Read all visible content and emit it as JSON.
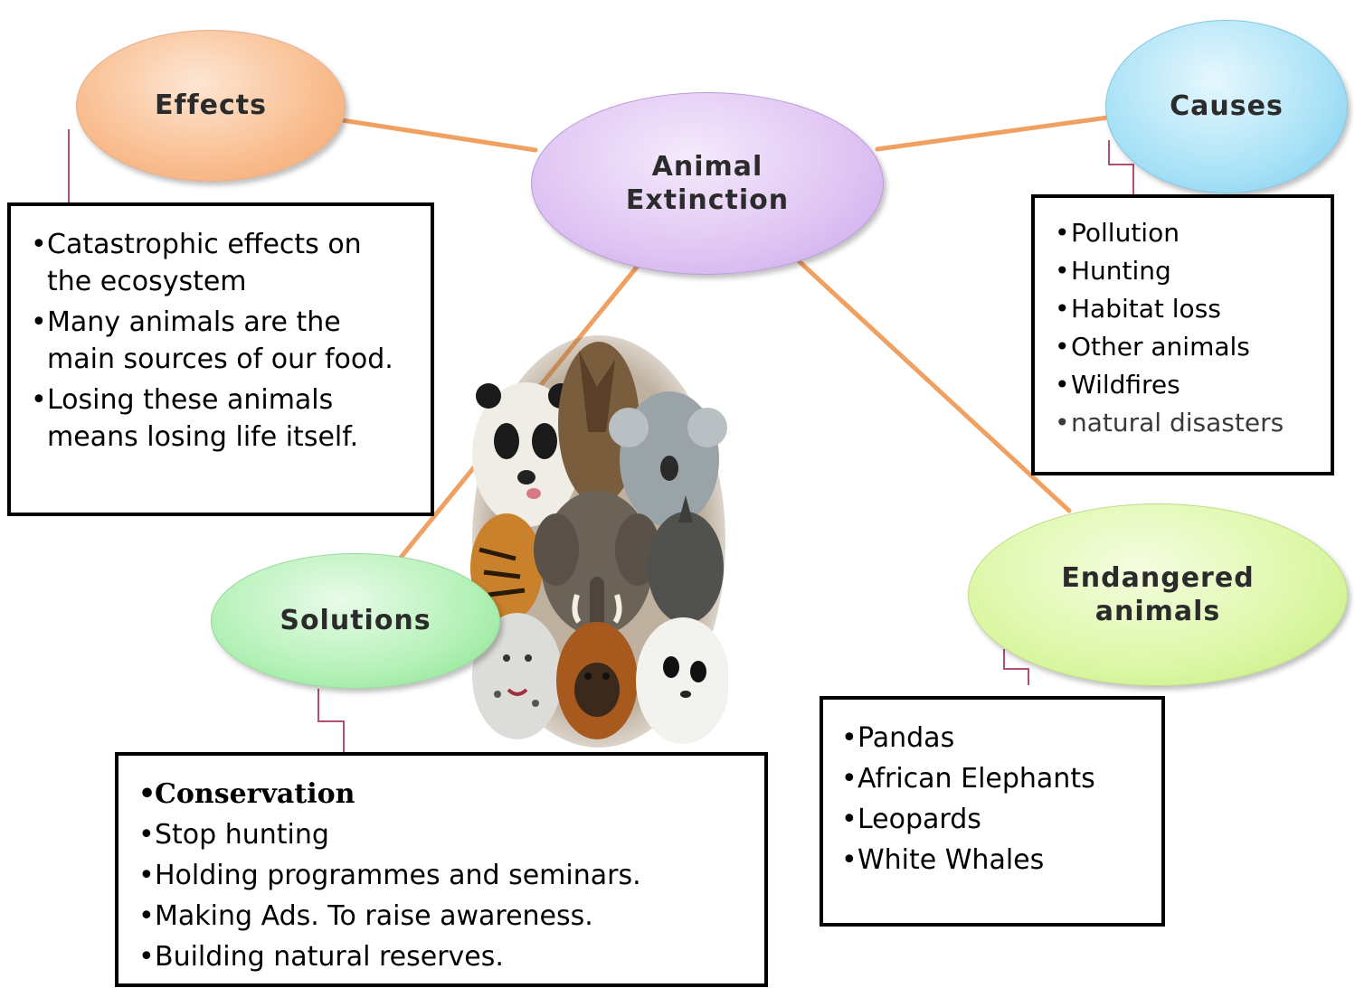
{
  "center": {
    "title": "Animal\nExtinction"
  },
  "effects": {
    "title": "Effects",
    "items": [
      "Catastrophic effects on the ecosystem",
      "Many animals are the main sources of our food.",
      "Losing these animals means losing life itself."
    ]
  },
  "causes": {
    "title": "Causes",
    "items": [
      "Pollution",
      "Hunting",
      "Habitat loss",
      "Other animals",
      "Wildfires",
      "natural disasters"
    ]
  },
  "solutions": {
    "title": "Solutions",
    "items": [
      "Conservation",
      "Stop hunting",
      "Holding programmes and seminars.",
      "Making Ads. To raise awareness.",
      "Building natural reserves."
    ]
  },
  "endangered": {
    "title": "Endangered\nanimals",
    "items": [
      "Pandas",
      "African Elephants",
      "Leopards",
      "White Whales"
    ]
  },
  "collage": {
    "animals": [
      "panda",
      "wolf",
      "koala",
      "tiger",
      "elephant",
      "rhino",
      "snow-leopard",
      "orangutan",
      "seal-pup"
    ]
  },
  "colors": {
    "connector": "#f0a060",
    "callout_line": "#b0506a",
    "box_border": "#000000"
  }
}
